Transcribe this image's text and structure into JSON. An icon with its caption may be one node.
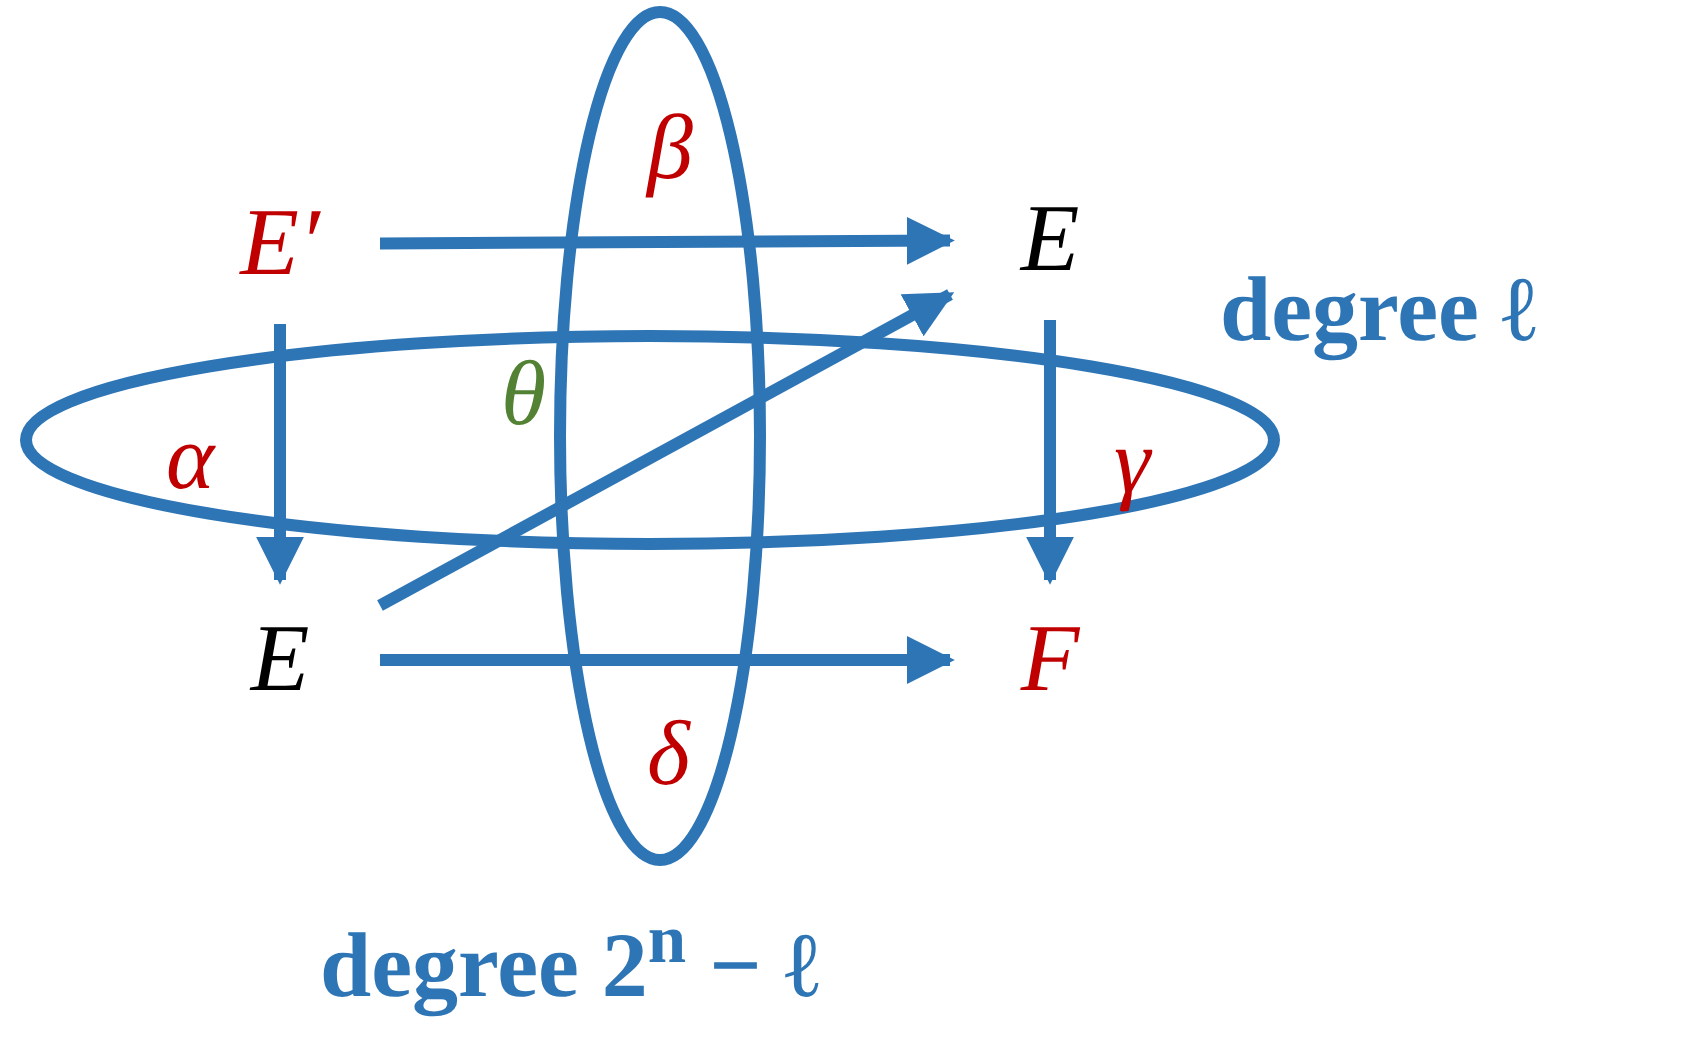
{
  "diagram": {
    "nodes": [
      {
        "text": [
          "E′"
        ]
      },
      {
        "text": [
          "E"
        ]
      },
      {
        "text": [
          "E"
        ]
      },
      {
        "text": [
          "F"
        ]
      }
    ],
    "edges": [
      {
        "from": 0,
        "to": 1,
        "arrow": "to",
        "label": "β"
      },
      {
        "from": 0,
        "to": 2,
        "arrow": "to",
        "label": "α"
      },
      {
        "from": 1,
        "to": 3,
        "arrow": "to",
        "label": "γ"
      },
      {
        "from": 2,
        "to": 3,
        "arrow": "to",
        "label": "δ"
      },
      {
        "from": 2,
        "to": 1,
        "arrow": "to",
        "label": "θ"
      }
    ],
    "labels": [
      "degree ℓ",
      "degree 2$^{n}$ − ℓ"
    ]
  }
}
